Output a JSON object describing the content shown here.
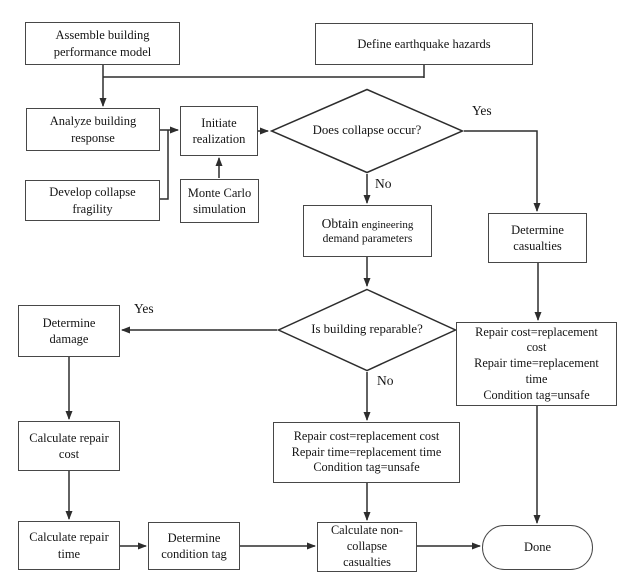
{
  "canvas": {
    "background_color": "#ffffff",
    "line_color": "#2d2d2d",
    "box_border_color": "#474747",
    "text_color": "#141414"
  },
  "nodes": {
    "assemble_model": {
      "label": "Assemble building\nperformance model"
    },
    "define_hazards": {
      "label": "Define earthquake hazards"
    },
    "analyze_response": {
      "label": "Analyze building\nresponse"
    },
    "initiate_realization": {
      "label": "Initiate\nrealization"
    },
    "develop_fragility": {
      "label": "Develop collapse\nfragility"
    },
    "monte_carlo": {
      "label": "Monte Carlo\nsimulation"
    },
    "collapse_decision": {
      "label": "Does collapse occur?"
    },
    "obtain_edp": {
      "lead": "Obtain",
      "lead_rest": "engineering",
      "line2": "demand parameters"
    },
    "determine_casualties": {
      "label": "Determine\ncasualties"
    },
    "reparable_decision": {
      "label": "Is building reparable?"
    },
    "determine_damage": {
      "label": "Determine\ndamage"
    },
    "repair_equals_right": {
      "label": "Repair cost=replacement\ncost\nRepair time=replacement\ntime\nCondition tag=unsafe"
    },
    "repair_equals_center": {
      "label": "Repair cost=replacement cost\nRepair time=replacement time\nCondition tag=unsafe"
    },
    "calculate_repair_cost": {
      "label": "Calculate repair\ncost"
    },
    "calculate_repair_time": {
      "label": "Calculate repair\ntime"
    },
    "determine_condition_tag": {
      "label": "Determine\ncondition tag"
    },
    "calculate_noncollapse_casualties": {
      "label": "Calculate non-\ncollapse\ncasualties"
    },
    "done": {
      "label": "Done"
    }
  },
  "edge_labels": {
    "collapse_yes": "Yes",
    "collapse_no": "No",
    "reparable_yes": "Yes",
    "reparable_no": "No"
  }
}
